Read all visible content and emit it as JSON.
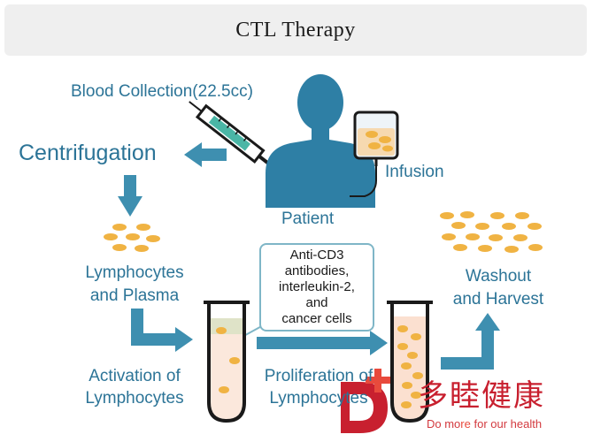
{
  "title": "CTL Therapy",
  "labels": {
    "blood_collection": "Blood Collection(22.5cc)",
    "centrifugation": "Centrifugation",
    "infusion": "Infusion",
    "patient": "Patient",
    "lymphocytes_plasma_1": "Lymphocytes",
    "lymphocytes_plasma_2": "and Plasma",
    "washout_1": "Washout",
    "washout_2": "and Harvest",
    "activation_1": "Activation of",
    "activation_2": "Lymphocytes",
    "proliferation_1": "Proliferation of",
    "proliferation_2": "Lymphocytes"
  },
  "callout": {
    "line1": "Anti-CD3",
    "line2": "antibodies,",
    "line3": "interleukin-2,",
    "line4": "and",
    "line5": "cancer cells"
  },
  "logo": {
    "text": "多睦健康",
    "slogan_pre": "Do mo",
    "slogan_accent": "re",
    "slogan_post": " for our health"
  },
  "colors": {
    "label_blue": "#2c7497",
    "arrow_blue": "#3e8fb0",
    "patient_blue": "#2e7fa5",
    "cell_orange": "#f0b343",
    "logo_red": "#c8202f"
  }
}
